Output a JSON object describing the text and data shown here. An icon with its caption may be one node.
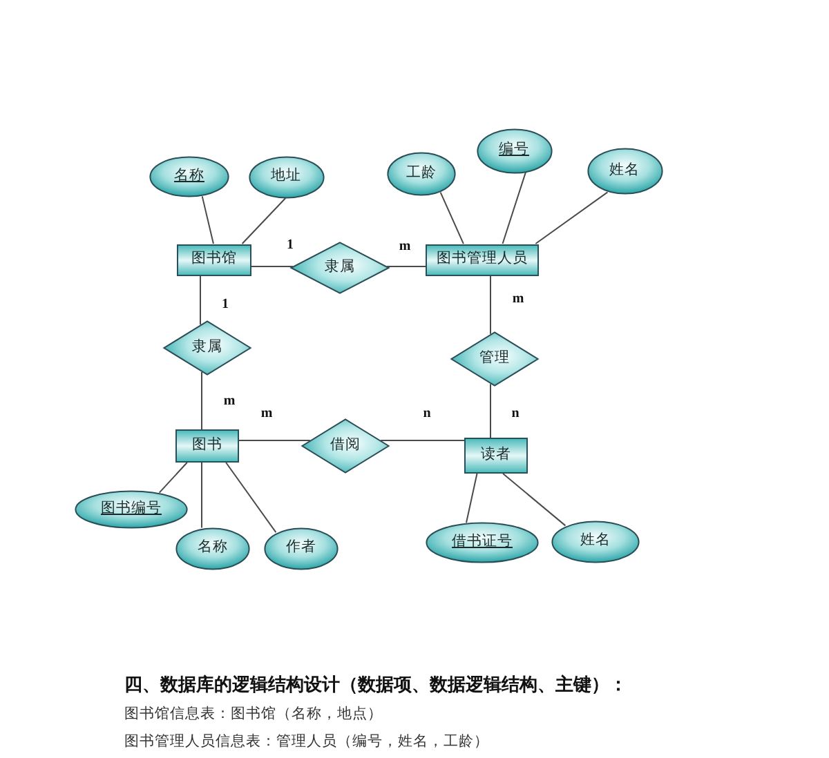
{
  "diagram": {
    "nodes": [
      {
        "text": [
          "名称"
        ]
      },
      {
        "text": [
          "地址"
        ]
      },
      {
        "text": [
          "工龄"
        ]
      },
      {
        "text": [
          "编号"
        ]
      },
      {
        "text": [
          "姓名"
        ]
      },
      {
        "text": [
          "图书馆"
        ]
      },
      {
        "text": [
          "隶属"
        ]
      },
      {
        "text": [
          "图书管理人员"
        ]
      },
      {
        "text": [
          "隶属"
        ]
      },
      {
        "text": [
          "管理"
        ]
      },
      {
        "text": [
          "图书"
        ]
      },
      {
        "text": [
          "借阅"
        ]
      },
      {
        "text": [
          "读者"
        ]
      },
      {
        "text": [
          "图书编号"
        ]
      },
      {
        "text": [
          "名称"
        ]
      },
      {
        "text": [
          "作者"
        ]
      },
      {
        "text": [
          "借书证号"
        ]
      },
      {
        "text": [
          "姓名"
        ]
      }
    ],
    "edges": [
      {
        "from": 0,
        "to": 5,
        "arrow": "none"
      },
      {
        "from": 1,
        "to": 5,
        "arrow": "none"
      },
      {
        "from": 2,
        "to": 7,
        "arrow": "none"
      },
      {
        "from": 3,
        "to": 7,
        "arrow": "none"
      },
      {
        "from": 4,
        "to": 7,
        "arrow": "none"
      },
      {
        "from": 5,
        "to": 6,
        "arrow": "none"
      },
      {
        "from": 6,
        "to": 7,
        "arrow": "none"
      },
      {
        "from": 5,
        "to": 8,
        "arrow": "none"
      },
      {
        "from": 8,
        "to": 10,
        "arrow": "none"
      },
      {
        "from": 7,
        "to": 9,
        "arrow": "none"
      },
      {
        "from": 9,
        "to": 12,
        "arrow": "none"
      },
      {
        "from": 10,
        "to": 11,
        "arrow": "none"
      },
      {
        "from": 11,
        "to": 12,
        "arrow": "none"
      },
      {
        "from": 13,
        "to": 10,
        "arrow": "none"
      },
      {
        "from": 14,
        "to": 10,
        "arrow": "none"
      },
      {
        "from": 15,
        "to": 10,
        "arrow": "none"
      },
      {
        "from": 16,
        "to": 12,
        "arrow": "none"
      },
      {
        "from": 17,
        "to": 12,
        "arrow": "none"
      }
    ],
    "labels": [
      "1",
      "m",
      "1",
      "m",
      "m",
      "m",
      "n",
      "n",
      "四、数据库的逻辑结构设计（数据项、数据逻辑结构、主键）：",
      "图书馆信息表：图书馆（名称，地点）",
      "图书管理人员信息表：管理人员（编号，姓名，工龄）"
    ]
  }
}
